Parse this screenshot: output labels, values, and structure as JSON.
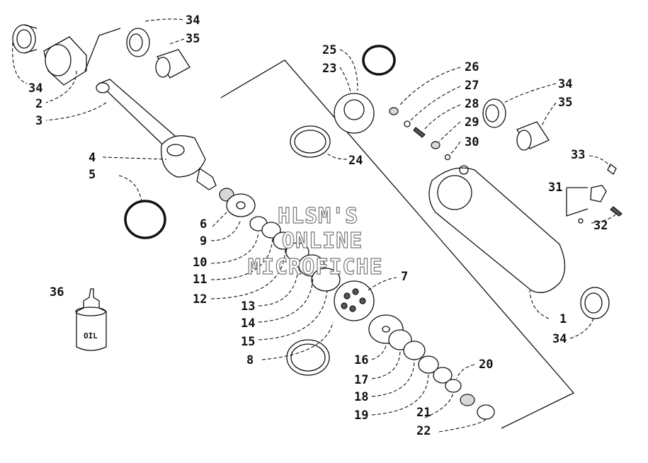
{
  "watermark": [
    "HLSM'S",
    "ONLINE",
    "MICROFICHE"
  ],
  "bottle_label": "OIL",
  "callouts": {
    "c34a": "34",
    "c2": "2",
    "c3": "3",
    "c34b": "34",
    "c35a": "35",
    "c4": "4",
    "c5": "5",
    "c6": "6",
    "c9": "9",
    "c10": "10",
    "c11": "11",
    "c12": "12",
    "c13": "13",
    "c14": "14",
    "c15": "15",
    "c8": "8",
    "c7": "7",
    "c16": "16",
    "c17": "17",
    "c18": "18",
    "c19": "19",
    "c20": "20",
    "c21": "21",
    "c22": "22",
    "c25": "25",
    "c23": "23",
    "c24": "24",
    "c26": "26",
    "c27": "27",
    "c28": "28",
    "c29": "29",
    "c30": "30",
    "c34c": "34",
    "c35b": "35",
    "c33": "33",
    "c31": "31",
    "c32": "32",
    "c1": "1",
    "c34d": "34",
    "c36": "36"
  }
}
